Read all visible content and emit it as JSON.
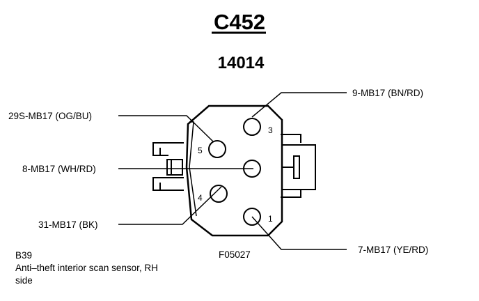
{
  "connector_id": "C452",
  "part_number": "14014",
  "figure_code": "F05027",
  "pins": [
    {
      "number": "1",
      "circuit": "7-MB17 (YE/RD)"
    },
    {
      "number": "3",
      "circuit": "9-MB17 (BN/RD)"
    },
    {
      "number": "4",
      "circuit": "31-MB17 (BK)"
    },
    {
      "number": "5",
      "circuit": "29S-MB17 (OG/BU)"
    }
  ],
  "center_pin_circuit": "8-MB17 (WH/RD)",
  "caption": {
    "code": "B39",
    "description_line1": "Anti–theft interior scan sensor, RH",
    "description_line2": "side"
  }
}
